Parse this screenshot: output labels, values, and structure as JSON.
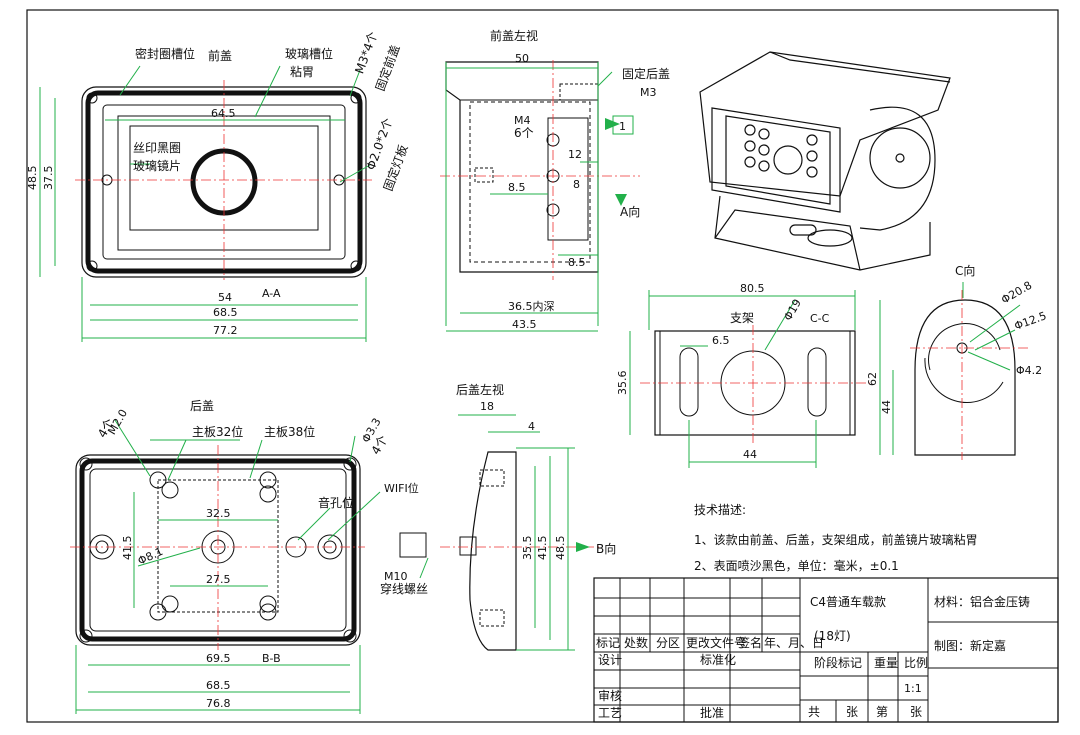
{
  "front_view": {
    "title": "前盖",
    "section": "A-A",
    "callout_seal": "密封圈槽位",
    "callout_glass": "玻璃槽位",
    "callout_glue": "粘胃",
    "callout_m3": "M3*4个",
    "callout_fix_front": "固定前盖",
    "callout_print": "丝印黑圈",
    "callout_lens": "玻璃镜片",
    "callout_hole": "Φ2.0*2个",
    "callout_fix_board": "固定灯板",
    "dim_inner": "64.5",
    "dim_h_outer": "48.5",
    "dim_h_inner": "37.5",
    "dim_54": "54",
    "dim_685": "68.5",
    "dim_772": "77.2"
  },
  "side_front": {
    "title": "前盖左视",
    "dim_50": "50",
    "callout_fix_rear": "固定后盖",
    "callout_m3": "M3",
    "callout_m4": "M4",
    "callout_6": "6个",
    "dim_12": "12",
    "dim_85": "8.5",
    "dim_8": "8",
    "dim_85b": "8.5",
    "dim_365": "36.5内深",
    "dim_435": "43.5",
    "direction": "A向",
    "badge": "1"
  },
  "bracket": {
    "title": "支架",
    "section": "C-C",
    "dim_805": "80.5",
    "dim_65": "6.5",
    "dim_phi": "Φ19",
    "dim_356": "35.6",
    "dim_44": "44",
    "dim_62": "62",
    "dim_44v": "44",
    "dir": "C向",
    "phi208": "Φ20.8",
    "phi125": "Φ12.5",
    "phi42": "Φ4.2"
  },
  "rear_view": {
    "title": "后盖",
    "section": "B-B",
    "callout_m20": "M2.0",
    "callout_4": "4个",
    "callout_board32": "主板32位",
    "callout_board38": "主板38位",
    "callout_phi33": "Φ3.3",
    "callout_4b": "4个",
    "callout_wifi": "WIFI位",
    "callout_audio": "音孔位",
    "dim_325": "32.5",
    "dim_275": "27.5",
    "dim_phi": "Φ8.1",
    "dim_415": "41.5",
    "dim_695": "69.5",
    "dim_685": "68.5",
    "dim_768": "76.8"
  },
  "side_rear": {
    "title": "后盖左视",
    "dim_18": "18",
    "dim_4": "4",
    "dim_355": "35.5",
    "dim_415": "41.5",
    "dim_485": "48.5",
    "direction": "B向",
    "callout_m10": "M10",
    "callout_screw": "穿线螺丝"
  },
  "notes": {
    "heading": "技术描述:",
    "line1": "1、该款由前盖、后盖，支架组成，前盖镜片玻璃粘胃",
    "line2": "2、表面喷沙黑色，单位：毫米，±0.1"
  },
  "title_block": {
    "product": "C4普通车载款",
    "variant": "(18灯)",
    "material": "材料：铝合金压铸",
    "drafter": "制图：新定嘉",
    "row_labels": [
      "标记",
      "处数",
      "分区",
      "更改文件号",
      "签名",
      "年、月、日"
    ],
    "design": "设计",
    "standard": "标准化",
    "review": "审核",
    "process": "工艺",
    "approve": "批准",
    "stage_label": "阶段标记",
    "weight": "重量",
    "ratio": "比例",
    "ratio_val": "1:1",
    "sheet_total": "共",
    "sheet_page": "张",
    "page_1": "第",
    "page_2": "张"
  },
  "colors": {
    "line": "#22b04a",
    "outline": "#111111",
    "center": "#e33333"
  }
}
